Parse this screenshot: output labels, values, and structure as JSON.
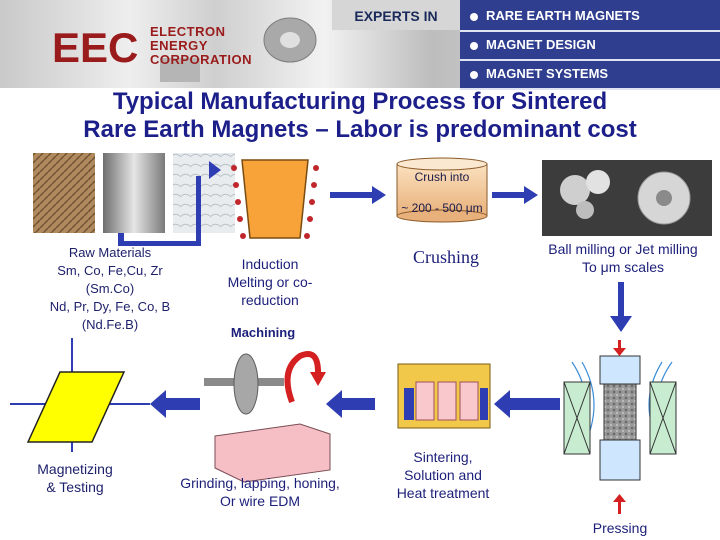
{
  "header": {
    "logo_text": "EEC",
    "company_lines": [
      "ELECTRON",
      "ENERGY",
      "CORPORATION"
    ],
    "experts_in": "EXPERTS IN",
    "expertise": [
      "RARE EARTH MAGNETS",
      "MAGNET DESIGN",
      "MAGNET SYSTEMS"
    ]
  },
  "title": {
    "line1": "Typical Manufacturing Process for Sintered",
    "line2": "Rare Earth Magnets – Labor is predominant cost"
  },
  "steps": {
    "raw_materials": [
      "Raw Materials",
      "Sm, Co, Fe,Cu, Zr",
      "(Sm.Co)",
      "Nd, Pr, Dy, Fe, Co, B",
      "(Nd.Fe.B)"
    ],
    "melting": [
      "Induction",
      "Melting or co-",
      "reduction"
    ],
    "crush_into": "Crush into",
    "crush_size": "~ 200 - 500 μm",
    "crushing": "Crushing",
    "milling": [
      "Ball milling or Jet milling",
      "To  μm scales"
    ],
    "machining": "Machining",
    "grinding": [
      "Grinding, lapping, honing,",
      "Or wire EDM"
    ],
    "sintering": [
      "Sintering,",
      "Solution and",
      "Heat treatment"
    ],
    "pressing": "Pressing",
    "magnetizing": [
      "Magnetizing",
      "&  Testing"
    ]
  },
  "colors": {
    "title": "#1c1f8a",
    "arrow": "#2f3db3",
    "hysteresis_fill": "#ffff00",
    "crucible_fill": "#f7a33a",
    "furnace_dots": "#c0262c",
    "sinter_tray": "#f2c84a",
    "sinter_cells": "#f8c8cc",
    "press_box": "#c8ecd0",
    "machining_arrow": "#d42020"
  }
}
